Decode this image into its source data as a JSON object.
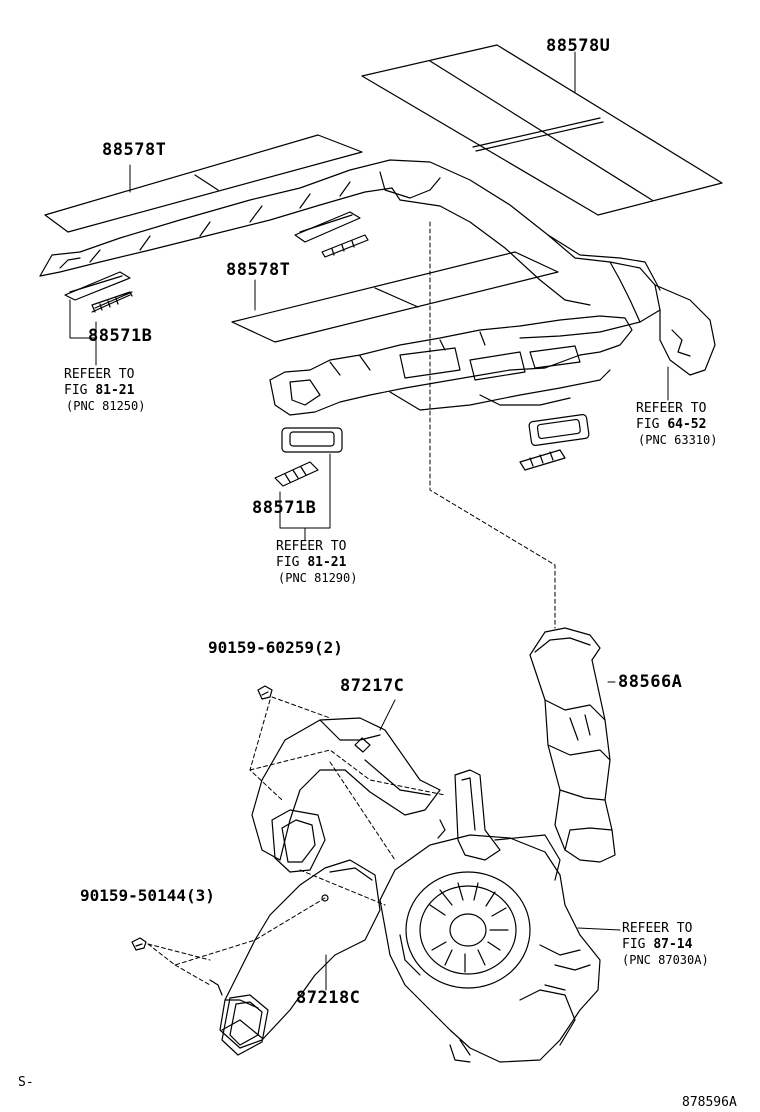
{
  "diagram": {
    "parts": {
      "p88578U": "88578U",
      "p88578T_upper": "88578T",
      "p88578T_mid": "88578T",
      "p88571B_left": "88571B",
      "p88571B_center": "88571B",
      "p90159_60259": "90159-60259(2)",
      "p87217C": "87217C",
      "p88566A": "88566A",
      "p90159_50144": "90159-50144(3)",
      "p87218C": "87218C"
    },
    "refs": {
      "left": {
        "line1": "REFEER TO",
        "fig_prefix": "FIG ",
        "fig": "81-21",
        "pnc": "(PNC 81250)"
      },
      "center": {
        "line1": "REFEER TO",
        "fig_prefix": "FIG ",
        "fig": "81-21",
        "pnc": "(PNC 81290)"
      },
      "right": {
        "line1": "REFEER TO",
        "fig_prefix": "FIG ",
        "fig": "64-52",
        "pnc": "(PNC 63310)"
      },
      "unit": {
        "line1": "REFEER TO",
        "fig_prefix": "FIG ",
        "fig": "87-14",
        "pnc": "(PNC 87030A)"
      }
    },
    "corner_left": "S-",
    "drawing_number": "878596A"
  }
}
